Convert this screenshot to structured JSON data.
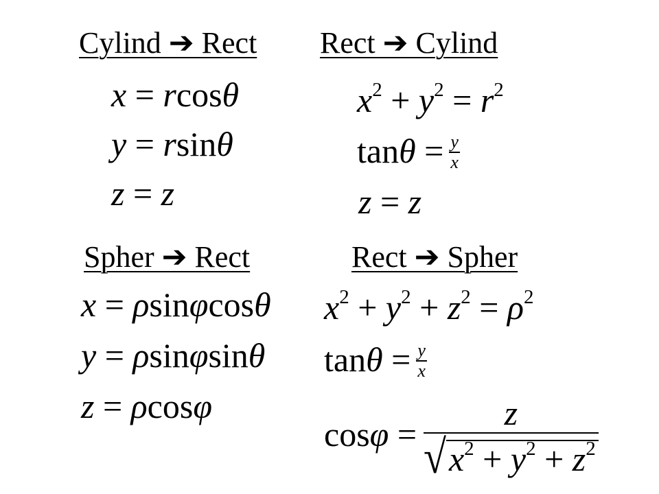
{
  "headings": {
    "cyl_to_rect": "Cylind  ➔ Rect",
    "rect_to_cyl": "Rect  ➔ Cylind",
    "spher_to_rect": "Spher  ➔ Rect",
    "rect_to_spher": "Rect  ➔ Spher"
  },
  "cyl_to_rect": {
    "x_lhs": "x",
    "x_r": "r",
    "x_fn": "cos",
    "x_var": "θ",
    "y_lhs": "y",
    "y_r": "r",
    "y_fn": "sin",
    "y_var": "θ",
    "z_lhs": "z",
    "z_rhs": "z"
  },
  "rect_to_cyl": {
    "sum_x": "x",
    "sum_y": "y",
    "sum_r": "r",
    "exp": "2",
    "tan_fn": "tan",
    "tan_var": "θ",
    "tan_num": "y",
    "tan_den": "x",
    "z_lhs": "z",
    "z_rhs": "z"
  },
  "spher_to_rect": {
    "x_lhs": "x",
    "x_rho": "ρ",
    "x_fn1": "sin",
    "x_phi": "φ",
    "x_fn2": "cos",
    "x_theta": "θ",
    "y_lhs": "y",
    "y_rho": "ρ",
    "y_fn1": "sin",
    "y_phi": "φ",
    "y_fn2": "sin",
    "y_theta": "θ",
    "z_lhs": "z",
    "z_rho": "ρ",
    "z_fn": "cos",
    "z_phi": "φ"
  },
  "rect_to_spher": {
    "sum_x": "x",
    "sum_y": "y",
    "sum_z": "z",
    "sum_rho": "ρ",
    "exp": "2",
    "tan_fn": "tan",
    "tan_var": "θ",
    "tan_num": "y",
    "tan_den": "x",
    "cos_fn": "cos",
    "cos_var": "φ",
    "cos_num": "z",
    "rad_x": "x",
    "rad_y": "y",
    "rad_z": "z"
  },
  "symbols": {
    "equals": "=",
    "plus": "+",
    "sqrt": "√"
  },
  "colors": {
    "background": "#ffffff",
    "text": "#000000"
  }
}
